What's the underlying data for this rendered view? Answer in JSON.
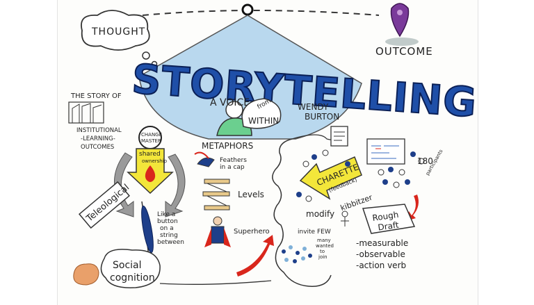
{
  "title": "STORYTELLING",
  "thought": "THOUGHT",
  "outcome": "OUTCOME",
  "voice": {
    "line1": "A VOICE",
    "from": "from",
    "within": "WITHIN"
  },
  "author": {
    "first": "WENDY",
    "last": "BURTON"
  },
  "story_of": {
    "heading": "THE STORY OF",
    "lines": [
      "INSTITUTIONAL",
      "-LEARNING-",
      "OUTCOMES"
    ]
  },
  "change_master": [
    "CHANGE",
    "MASTER"
  ],
  "shared": [
    "shared",
    "ownership"
  ],
  "teleological": "Teleological",
  "button": [
    "Like a",
    "button",
    "on a",
    "string",
    "between"
  ],
  "social": [
    "Social",
    "cognition"
  ],
  "metaphors": {
    "heading": "METAPHORS",
    "feathers": [
      "Feathers",
      "in a cap"
    ],
    "levels": "Levels",
    "superhero": "Superhero"
  },
  "charette": [
    "CHARETTE",
    "(feedback)"
  ],
  "modify": "modify",
  "kibbitzer": "kibbitzer",
  "invite": "invite FEW",
  "many": [
    "many",
    "wanted",
    "to",
    "join"
  ],
  "participants": [
    "180",
    "participants"
  ],
  "rough_draft": [
    "Rough",
    "Draft"
  ],
  "criteria": [
    "-measurable",
    "-observable",
    "-action verb"
  ],
  "colors": {
    "title": "#1f4fa8",
    "sky": "#b9d8ee",
    "arrow_yellow": "#f3e63a",
    "red": "#d9261c",
    "outcome_pin": "#7a3a9a"
  }
}
